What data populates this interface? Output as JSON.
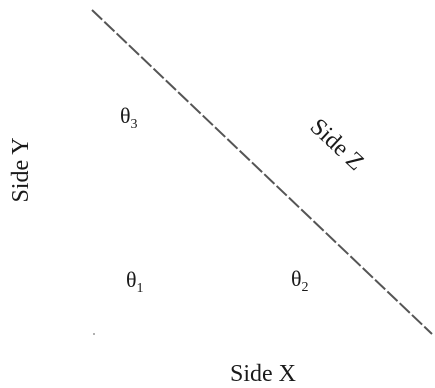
{
  "diagram": {
    "sides": {
      "x": "Side X",
      "y": "Side Y",
      "z": "Side Z"
    },
    "angles": [
      {
        "id": "theta1",
        "symbol": "θ",
        "sub": "1"
      },
      {
        "id": "theta2",
        "symbol": "θ",
        "sub": "2"
      },
      {
        "id": "theta3",
        "symbol": "θ",
        "sub": "3"
      }
    ],
    "colors": {
      "line": "#555555",
      "text": "#1a1a1a"
    }
  }
}
